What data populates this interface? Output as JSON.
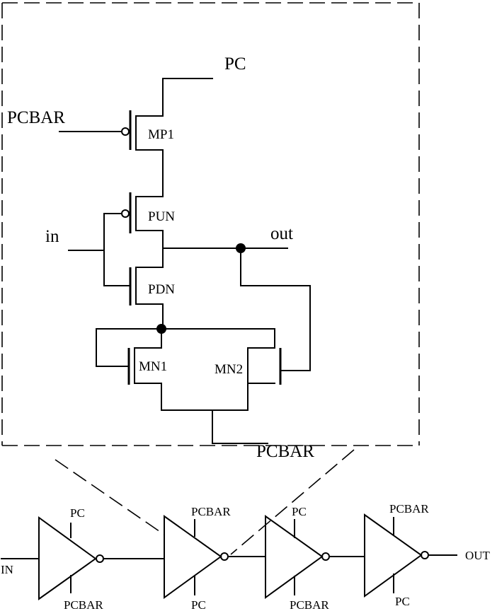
{
  "detail": {
    "pc": "PC",
    "pcbar_gate": "PCBAR",
    "pcbar_source": "PCBAR",
    "in": "in",
    "out": "out",
    "mp1": "MP1",
    "pun": "PUN",
    "pdn": "PDN",
    "mn1": "MN1",
    "mn2": "MN2"
  },
  "chain": {
    "input": "IN",
    "output": "OUT",
    "stages": [
      {
        "top": "PC",
        "bottom": "PCBAR"
      },
      {
        "top": "PCBAR",
        "bottom": "PC"
      },
      {
        "top": "PC",
        "bottom": "PCBAR"
      },
      {
        "top": "PCBAR",
        "bottom": "PC"
      }
    ]
  }
}
